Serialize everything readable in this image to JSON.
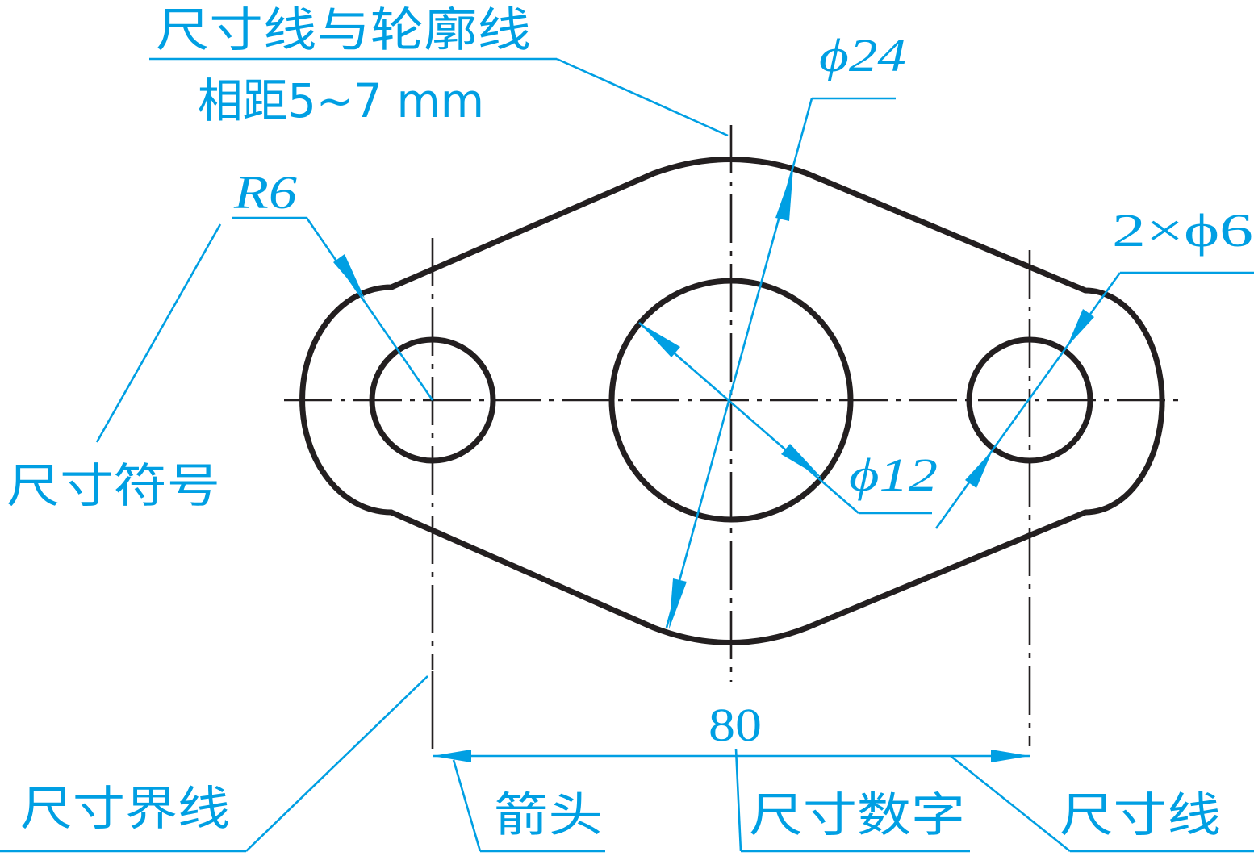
{
  "colors": {
    "outline": "#231f20",
    "annotation": "#009fe3",
    "background": "#ffffff"
  },
  "labels": {
    "gap_rule_line1": "尺寸线与轮廓线",
    "gap_rule_line2": "相距5~7 mm",
    "phi24": "ϕ24",
    "r6": "R6",
    "two_phi6": "2×ϕ6",
    "phi12": "ϕ12",
    "dim_symbol": "尺寸符号",
    "dim_80": "80",
    "extension_line": "尺寸界线",
    "arrow": "箭头",
    "dim_number": "尺寸数字",
    "dim_line": "尺寸线"
  }
}
